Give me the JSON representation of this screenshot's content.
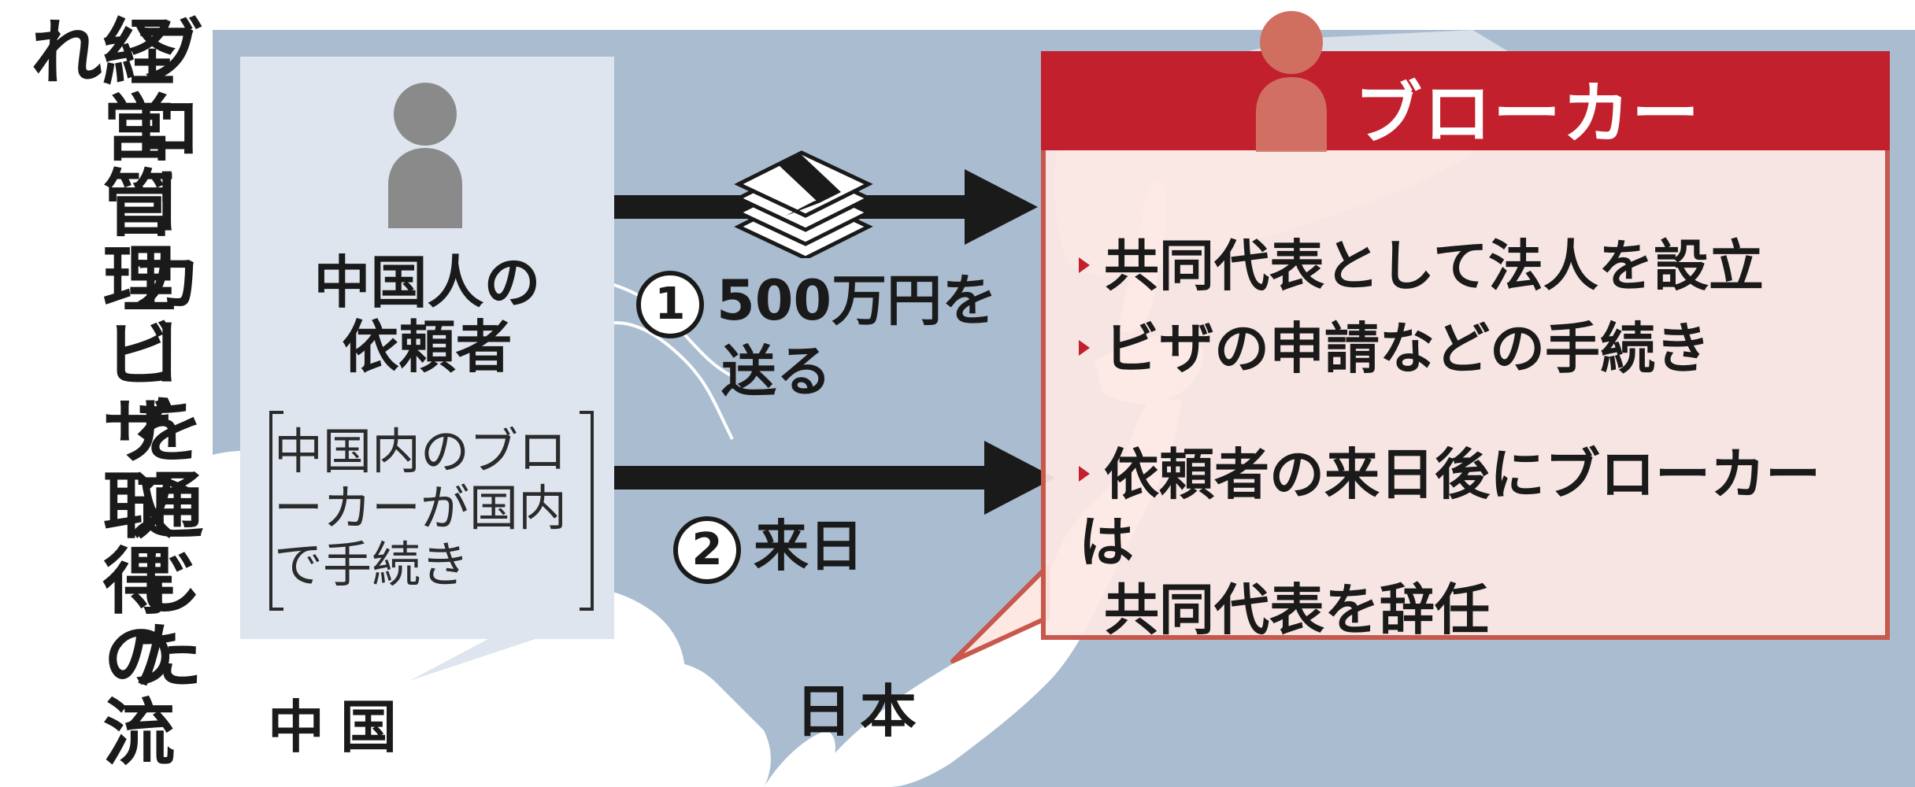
{
  "title": {
    "col1": "ブローカーを通じた",
    "col2": "経営管理ビザ取得の流れ"
  },
  "client": {
    "title_line1": "中国人の",
    "title_line2": "依頼者",
    "note": "中国内のブローカーが国内で手続き"
  },
  "steps": [
    {
      "number": "1",
      "text_line1": "500万円を",
      "text_line2": "送る"
    },
    {
      "number": "2",
      "text_line1": "来日"
    }
  ],
  "broker": {
    "title": "ブローカー",
    "items": [
      {
        "text": "共同代表として法人を設立"
      },
      {
        "text": "ビザの申請などの手続き"
      },
      {
        "text_line1": "依頼者の来日後にブローカーは",
        "text_line2": "共同代表を辞任"
      }
    ]
  },
  "map_labels": {
    "china": "中国",
    "japan": "日本"
  },
  "colors": {
    "sea": "#a9bcd0",
    "land": "#ffffff",
    "broker_red": "#c1202c",
    "broker_bg": "#fde8e4",
    "client_bg": "#dfe5ee",
    "person_gray": "#8a8a8a",
    "person_broker": "#c8786a"
  },
  "icons": [
    "person-icon",
    "person-icon-broker",
    "money-stack-icon",
    "arrow-right-icon"
  ]
}
